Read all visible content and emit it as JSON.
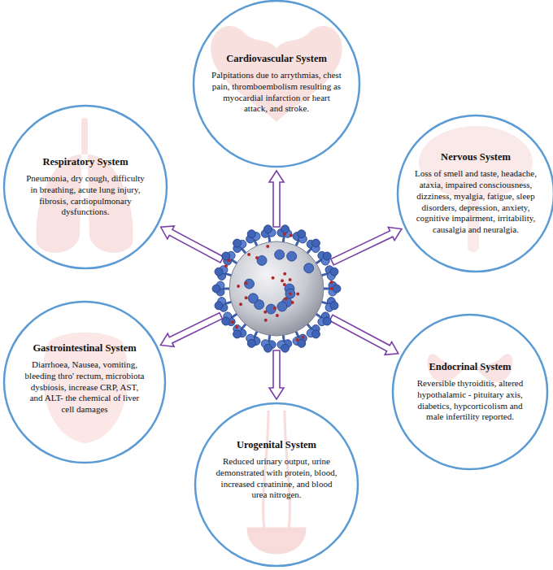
{
  "diagram": {
    "nodes": [
      {
        "text": [
          "Cardiovascular System",
          "Palpitations due to arrythmias, chest pain, thromboembolism resulting as myocardial infarction or heart attack, and stroke."
        ]
      },
      {
        "text": [
          "Respiratory System",
          "Pneumonia, dry cough, difficulty in breathing, acute lung injury, fibrosis, cardiopulmonary dysfunctions."
        ]
      },
      {
        "text": [
          "Nervous System",
          "Loss of smell and taste, headache, ataxia, impaired consciousness, dizziness, myalgia, fatigue, sleep disorders, depression, anxiety, cognitive impairment, irritability, causalgia and neuralgia."
        ]
      },
      {
        "text": [
          "Gastrointestinal System",
          "Diarrhoea, Nausea, vomiting, bleeding thro' rectum, microbiota dysbiosis, increase CRP, AST, and ALT- the chemical of liver cell damages"
        ]
      },
      {
        "text": [
          "Endocrinal System",
          "Reversible thyroiditis, altered hypothalamic - pituitary axis, diabetics, hypcorticolism and male infertility reported."
        ]
      },
      {
        "text": [
          "Urogenital System",
          "Reduced urinary output, urine demonstrated with protein, blood, increased creatinine, and blood urea nitrogen."
        ]
      }
    ]
  }
}
